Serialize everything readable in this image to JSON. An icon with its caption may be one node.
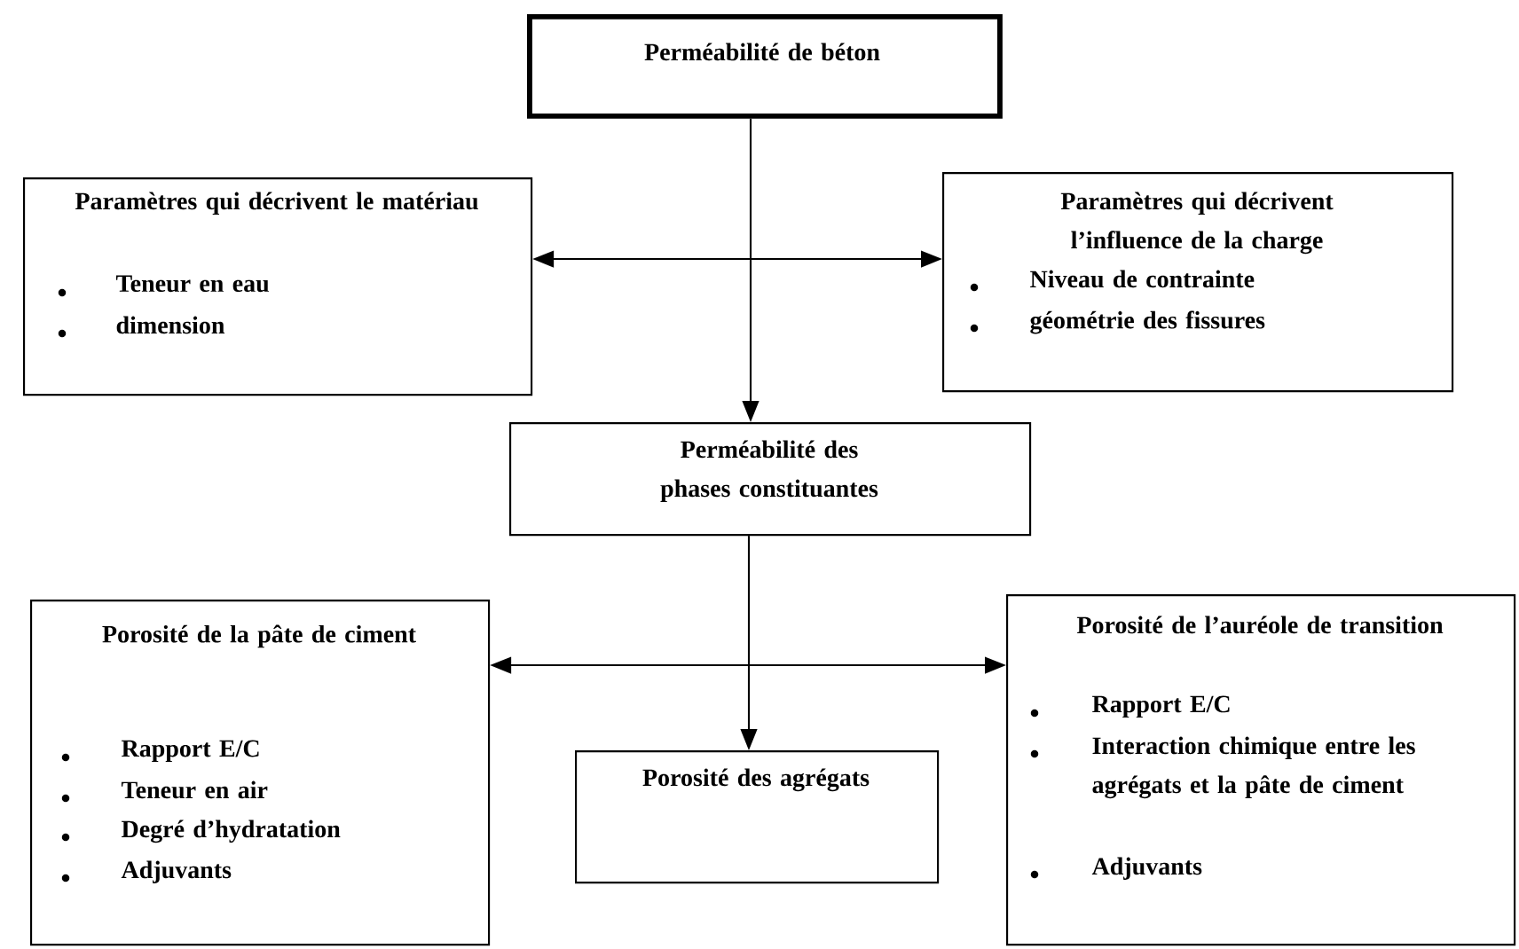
{
  "diagram": {
    "nodes": [
      {
        "text": [
          "Perméabilité de béton"
        ]
      },
      {
        "text": [
          "Paramètres qui décrivent le matériau",
          "Teneur en eau",
          "dimension"
        ]
      },
      {
        "text": [
          "Paramètres qui décrivent l’influence de la charge",
          "Niveau de contrainte",
          "géométrie des fissures"
        ]
      },
      {
        "text": [
          "Perméabilité des phases constituantes"
        ]
      },
      {
        "text": [
          "Porosité de la pâte de ciment",
          "Rapport E/C",
          "Teneur en air",
          "Degré d’hydratation",
          "Adjuvants"
        ]
      },
      {
        "text": [
          "Porosité des agrégats"
        ]
      },
      {
        "text": [
          "Porosité de l’auréole de transition",
          "Rapport E/C",
          "Interaction chimique entre les agrégats et la pâte de ciment",
          "Adjuvants"
        ]
      }
    ],
    "edges": [
      {
        "from": 1,
        "to": 2,
        "arrow": "both"
      },
      {
        "from": 0,
        "to": 3,
        "arrow": "to"
      },
      {
        "from": 4,
        "to": 6,
        "arrow": "both"
      },
      {
        "from": 3,
        "to": 5,
        "arrow": "to"
      }
    ]
  }
}
